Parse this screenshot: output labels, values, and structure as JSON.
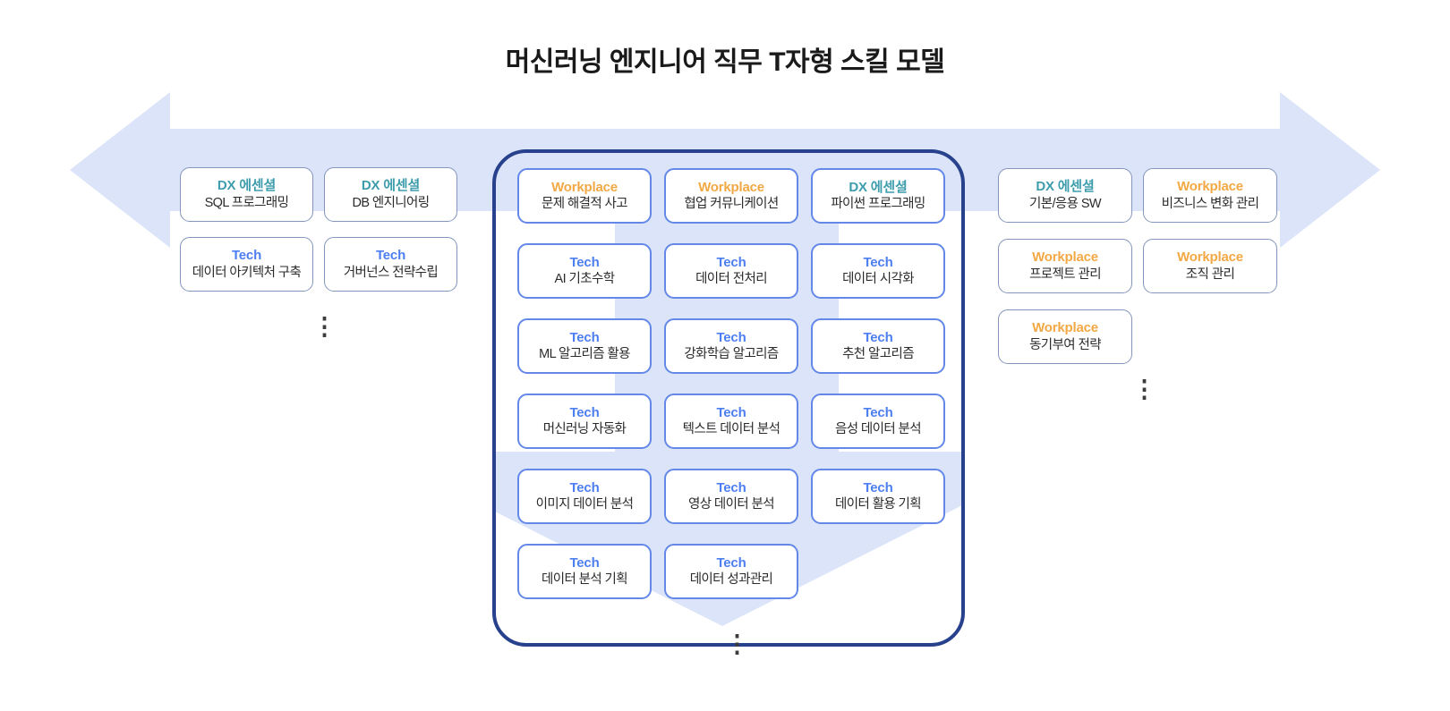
{
  "title": "머신러닝 엔지니어 직무 T자형 스킬 모델",
  "colors": {
    "arrow_fill": "#dbe4f8",
    "box_border": "#28418c",
    "center_card_border": "#6388e8",
    "outer_card_border": "#8494bb",
    "tech": "#4d7ef2",
    "workplace": "#f2a844",
    "dx_essential": "#3d9dac"
  },
  "categories": {
    "tech": {
      "label": "Tech",
      "color": "#4d7ef2"
    },
    "workplace": {
      "label": "Workplace",
      "color": "#f2a844"
    },
    "dx": {
      "label": "DX 에센셜",
      "color": "#3d9dac"
    }
  },
  "left_group": {
    "more_indicator": "⋮",
    "cards": [
      {
        "category": "dx",
        "name": "SQL 프로그래밍"
      },
      {
        "category": "dx",
        "name": "DB 엔지니어링"
      },
      {
        "category": "tech",
        "name": "데이터 아키텍처 구축"
      },
      {
        "category": "tech",
        "name": "거버넌스 전략수립"
      }
    ]
  },
  "center_group": {
    "more_indicator": "⋮",
    "cards": [
      {
        "category": "workplace",
        "name": "문제 해결적 사고"
      },
      {
        "category": "workplace",
        "name": "협업 커뮤니케이션"
      },
      {
        "category": "dx",
        "name": "파이썬 프로그래밍"
      },
      {
        "category": "tech",
        "name": "AI 기초수학"
      },
      {
        "category": "tech",
        "name": "데이터 전처리"
      },
      {
        "category": "tech",
        "name": "데이터 시각화"
      },
      {
        "category": "tech",
        "name": "ML 알고리즘 활용"
      },
      {
        "category": "tech",
        "name": "강화학습 알고리즘"
      },
      {
        "category": "tech",
        "name": "추천 알고리즘"
      },
      {
        "category": "tech",
        "name": "머신러닝 자동화"
      },
      {
        "category": "tech",
        "name": "텍스트 데이터 분석"
      },
      {
        "category": "tech",
        "name": "음성 데이터 분석"
      },
      {
        "category": "tech",
        "name": "이미지 데이터 분석"
      },
      {
        "category": "tech",
        "name": "영상 데이터 분석"
      },
      {
        "category": "tech",
        "name": "데이터 활용 기획"
      },
      {
        "category": "tech",
        "name": "데이터 분석 기획"
      },
      {
        "category": "tech",
        "name": "데이터 성과관리"
      }
    ]
  },
  "right_group": {
    "more_indicator": "⋮",
    "cards": [
      {
        "category": "dx",
        "name": "기본/응용 SW"
      },
      {
        "category": "workplace",
        "name": "비즈니스 변화 관리"
      },
      {
        "category": "workplace",
        "name": "프로젝트 관리"
      },
      {
        "category": "workplace",
        "name": "조직 관리"
      },
      {
        "category": "workplace",
        "name": "동기부여 전략"
      }
    ]
  }
}
